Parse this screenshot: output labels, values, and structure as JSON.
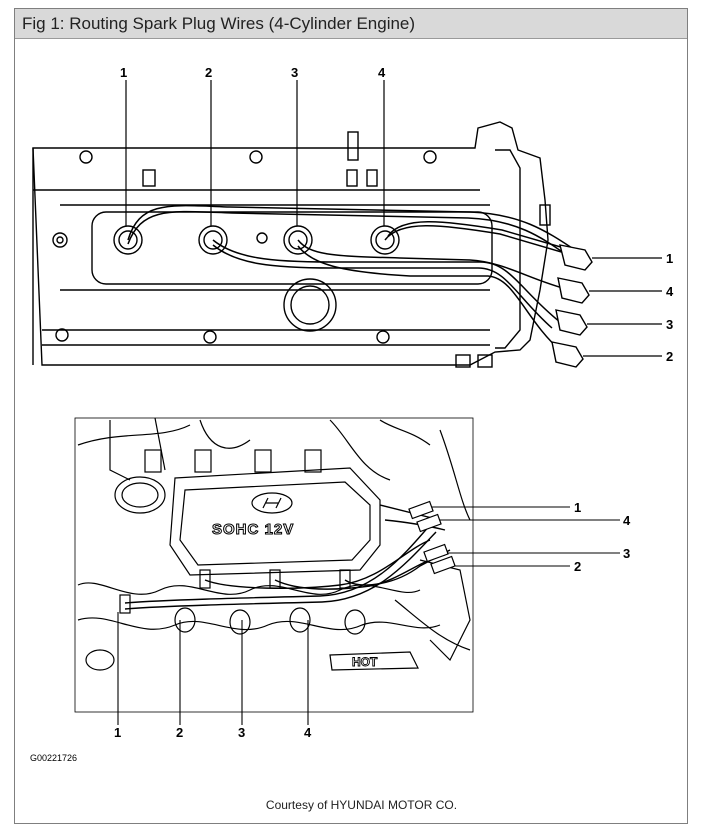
{
  "figure": {
    "title": "Fig 1: Routing Spark Plug Wires (4-Cylinder Engine)",
    "top_view": {
      "cylinder_labels": [
        "1",
        "2",
        "3",
        "4"
      ],
      "connector_labels": [
        "1",
        "4",
        "3",
        "2"
      ]
    },
    "bottom_view": {
      "cover_text": "SOHC 12V",
      "hot_text": "HOT",
      "right_labels": [
        "1",
        "4",
        "3",
        "2"
      ],
      "bottom_labels": [
        "1",
        "2",
        "3",
        "4"
      ]
    },
    "code": "G00221726",
    "courtesy": "Courtesy of HYUNDAI MOTOR CO."
  }
}
